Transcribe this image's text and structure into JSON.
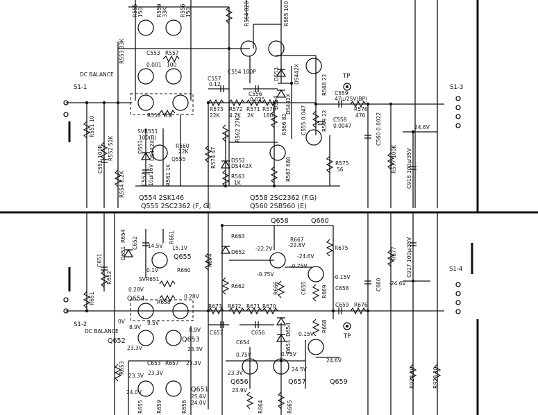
{
  "labels": {
    "r555": "R555",
    "r555v": "150",
    "r559": "R559",
    "r559v": "33K",
    "r556": "R556",
    "r556v": "150",
    "r564": "R564 820",
    "r565": "R565 100",
    "r553": "R553 33K",
    "c553": "C553",
    "c553v": "0.001",
    "r557": "R557",
    "r557v": "100",
    "c554": "C554 100P",
    "d553": "D553",
    "ds442x_a": "DS442X",
    "dc_balance_top": "DC BALANCE",
    "c557": "C557",
    "c557v": "0.12",
    "c556": "C556",
    "c556v": "0.035",
    "d554": "D554",
    "ds442x_b": "DS442X",
    "r568": "R568 22",
    "tp_top": "TP",
    "c559": "C559",
    "c559v": "47µ/25V(BP)",
    "s1_1": "S1-1",
    "s1_3": "S1-3",
    "r558": "R558",
    "r558v": "3.3",
    "r573": "R573",
    "r573v": "22K",
    "r572": "R572",
    "r572v": "4.7K",
    "r571": "R571",
    "r571v": "2K",
    "r570": "R570",
    "r570v": "180",
    "r566": "R566 82",
    "c555": "C555 0.047",
    "r569": "R569 22",
    "r576": "R576",
    "r576v": "470",
    "c558": "C558",
    "c558v": "0.0047",
    "c560": "C560 0.0022",
    "v24_6_top": "24.6V",
    "r551": "R551 10",
    "c551": "C551 100P",
    "r552": "R552 51K",
    "svr551": "SVR551",
    "svr551v": "100(B)",
    "r560": "R560",
    "r560v": "22K",
    "q555_lbl": "Q555",
    "r574": "R574 47",
    "r562": "R562 27K",
    "d552": "D552",
    "ds442x_c": "DS442X",
    "r567": "R567 680",
    "r575": "R575",
    "r575v": "56",
    "r577": "R577 100K",
    "c918": "C918 100µ/35V",
    "d551": "D551",
    "ds442x_d": "DS442X",
    "c552": "C552",
    "c552v": "10µ/16V",
    "r561": "R561 1K",
    "r554": "R554 8.2K",
    "r563": "R563",
    "r563v": "1K",
    "q554_line": "Q554  2SK146",
    "q555_line": "Q555  2SC2362 (F, G)",
    "q558_line": "Q558  2SC2362 (F.G)",
    "q560_line": "Q560  2SB560 (E)",
    "q658": "Q658",
    "q660": "Q660",
    "r654": "R654",
    "r663": "R663",
    "r667": "R667",
    "v22_8": "-22.8V",
    "c652": "C652",
    "v14_5": "-14.5V",
    "v15_1": "15.1V",
    "r661": "R661",
    "d652": "D652",
    "v22_2": "-22.2V",
    "v24_6": "-24.6V",
    "r675": "R675",
    "c917": "C917 100µ/35V",
    "d651": "D651",
    "r677": "R677",
    "q655": "Q655",
    "c651": "C651",
    "v0_1": "0.1V",
    "r660": "R660",
    "r674": "R674",
    "v0_75a": "-0.75V",
    "svr651": "SVR651",
    "v0_75b": "-0.75V",
    "v0_15n": "-0.15V",
    "r652": "R652",
    "v0_28a": "0.28V",
    "v0_28b": "0.28V",
    "r662": "R662",
    "r666": "R666",
    "c655": "C655",
    "r669": "R669",
    "c658": "C658",
    "c660": "C660",
    "v24_6b": "-24.6V",
    "s1_4": "S1-4",
    "q654": "Q654",
    "r658": "R658",
    "r651": "R651",
    "r673": "R673",
    "r672": "R672",
    "r671": "R671",
    "r670": "R670",
    "c659": "C659",
    "r676": "R676",
    "s1_2": "S1-2",
    "v0v": "0V",
    "v8_9a": "8.9V",
    "v9_5": "9.5V",
    "v8_9b": "8.9V",
    "dc_balance_bot": "DC BALANCE",
    "c657": "C657",
    "c656": "C656",
    "d654": "D654",
    "r668": "R668",
    "v0_15": "0.15V",
    "tp_bot": "TP",
    "q652": "Q652",
    "q653": "Q653",
    "v23_3a": "23.3V",
    "v23_3b": "23.3V",
    "c654": "C654",
    "d653": "D653",
    "v0_75c": "0.75V",
    "v0_75d": "0.75V",
    "r653": "R653",
    "c653": "C653",
    "r657": "R657",
    "v23_3c": "23.3V",
    "v24_5": "24.5V",
    "v24_6c": "24.6V",
    "r924": "R924  10",
    "r923": "R923  10",
    "v23_3d": "23.3V",
    "v23_3e": "23.3V",
    "v23_3f": "23.3V",
    "q656": "Q656",
    "q657": "Q657",
    "q659": "Q659",
    "q651": "Q651",
    "v25_6": "25.6V",
    "v24_0": "24.0V",
    "v24_0b": "24.0V",
    "v23_9": "23.9V",
    "r655": "R655",
    "r659": "R659",
    "r656": "R656",
    "r664": "R664",
    "r665": "R665"
  }
}
